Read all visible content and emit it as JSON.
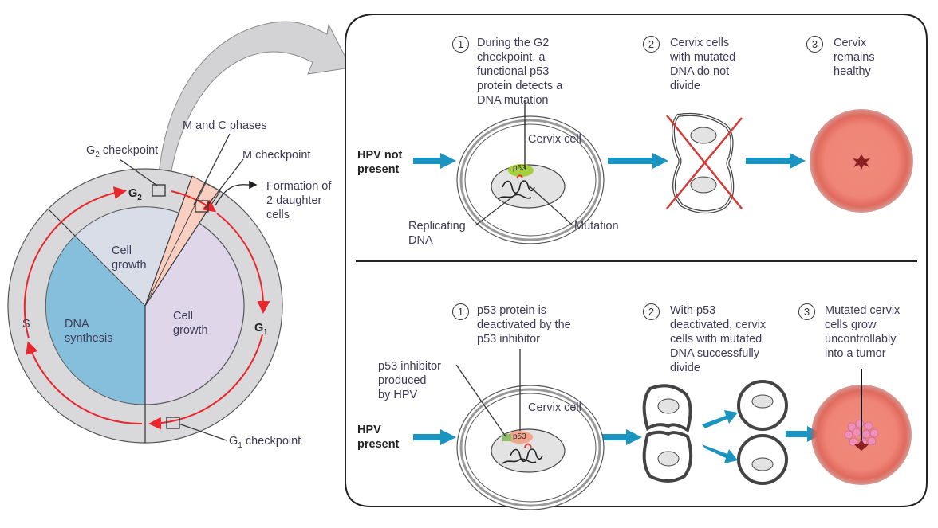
{
  "cycle": {
    "labels": {
      "g2_checkpoint": "G",
      "g2_checkpoint_sub": "2",
      "g2_checkpoint_suffix": " checkpoint",
      "m_and_c_phases": "M and C phases",
      "m_checkpoint": "M checkpoint",
      "formation": "Formation of\n2 daughter\ncells",
      "g2_phase": "G",
      "g2_phase_sub": "2",
      "g1_phase": "G",
      "g1_phase_sub": "1",
      "s_phase": "S",
      "cell_growth_upper": "Cell\ngrowth",
      "cell_growth_right": "Cell\ngrowth",
      "dna_synthesis": "DNA\nsynthesis",
      "g1_checkpoint": "G",
      "g1_checkpoint_sub": "1",
      "g1_checkpoint_suffix": " checkpoint"
    },
    "colors": {
      "ring": "#d9d9db",
      "dna_synthesis": "#86bfdc",
      "cell_growth_upper": "#d8dde8",
      "cell_growth_right": "#e0d6ea",
      "m_c_wedge": "#f8cfc0",
      "arrow": "#e8262b"
    }
  },
  "top_row": {
    "condition": "HPV not\npresent",
    "steps": [
      {
        "number": "1",
        "text": "During the G2\ncheckpoint, a\nfunctional p53\nprotein detects a\nDNA mutation"
      },
      {
        "number": "2",
        "text": "Cervix cells\nwith mutated\nDNA do not\ndivide"
      },
      {
        "number": "3",
        "text": "Cervix\nremains\nhealthy"
      }
    ],
    "cell_label": "Cervix cell",
    "protein_label": "p53",
    "replicating_dna": "Replicating\nDNA",
    "mutation": "Mutation"
  },
  "bottom_row": {
    "condition": "HPV\npresent",
    "steps": [
      {
        "number": "1",
        "text": "p53 protein is\ndeactivated by the\np53 inhibitor"
      },
      {
        "number": "2",
        "text": "With p53\ndeactivated, cervix\ncells with mutated\nDNA successfully\ndivide"
      },
      {
        "number": "3",
        "text": "Mutated cervix\ncells grow\nuncontrollably\ninto a tumor"
      }
    ],
    "inhibitor_label": "p53 inhibitor\nproduced\nby HPV",
    "cell_label": "Cervix cell",
    "protein_label": "p53"
  },
  "colors": {
    "flow_arrow": "#1a94c0",
    "cross": "#d63a35",
    "cervix": "#ec7d72",
    "p53_active": "#a6cf3c",
    "p53_inactive": "#f2a58c",
    "inhibitor": "#8fbf6a",
    "tumor": "#ee8fb8"
  }
}
